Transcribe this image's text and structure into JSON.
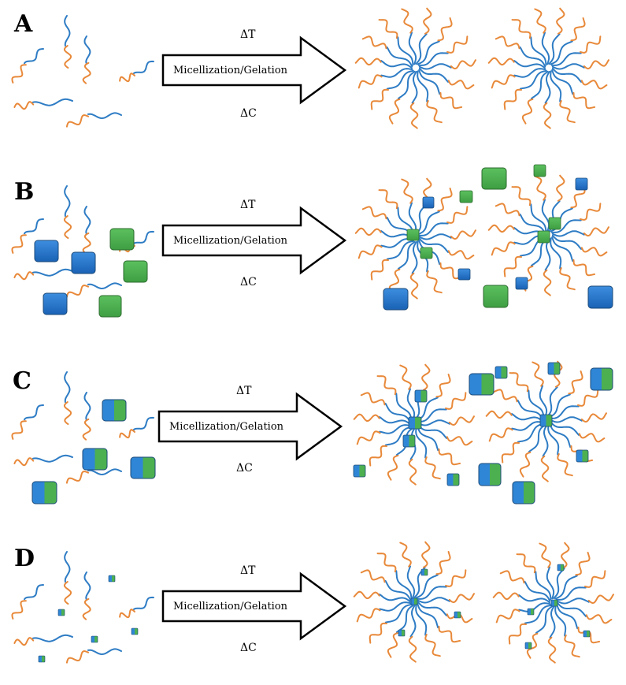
{
  "colors": {
    "hydrophobic_block": "#2e7cc4",
    "hydrophilic_block": "#e8893a",
    "drug_blue": "#1f6fc9",
    "drug_green": "#4caf50",
    "drug_outline": "#1b4a78",
    "arrow_stroke": "#000000",
    "arrow_fill": "#ffffff"
  },
  "panels": [
    {
      "letter": "A",
      "label": "Micellization/Gelation",
      "temp_change": "ΔT",
      "conc_change": "ΔC",
      "cargo": "none"
    },
    {
      "letter": "B",
      "label": "Micellization/Gelation",
      "temp_change": "ΔT",
      "conc_change": "ΔC",
      "cargo": "hydrophobic-and-hydrophilic"
    },
    {
      "letter": "C",
      "label": "Micellization/Gelation",
      "temp_change": "ΔT",
      "conc_change": "ΔC",
      "cargo": "amphiphilic"
    },
    {
      "letter": "D",
      "label": "Micellization/Gelation",
      "temp_change": "ΔT",
      "conc_change": "ΔC",
      "cargo": "small-amphiphilic"
    }
  ]
}
